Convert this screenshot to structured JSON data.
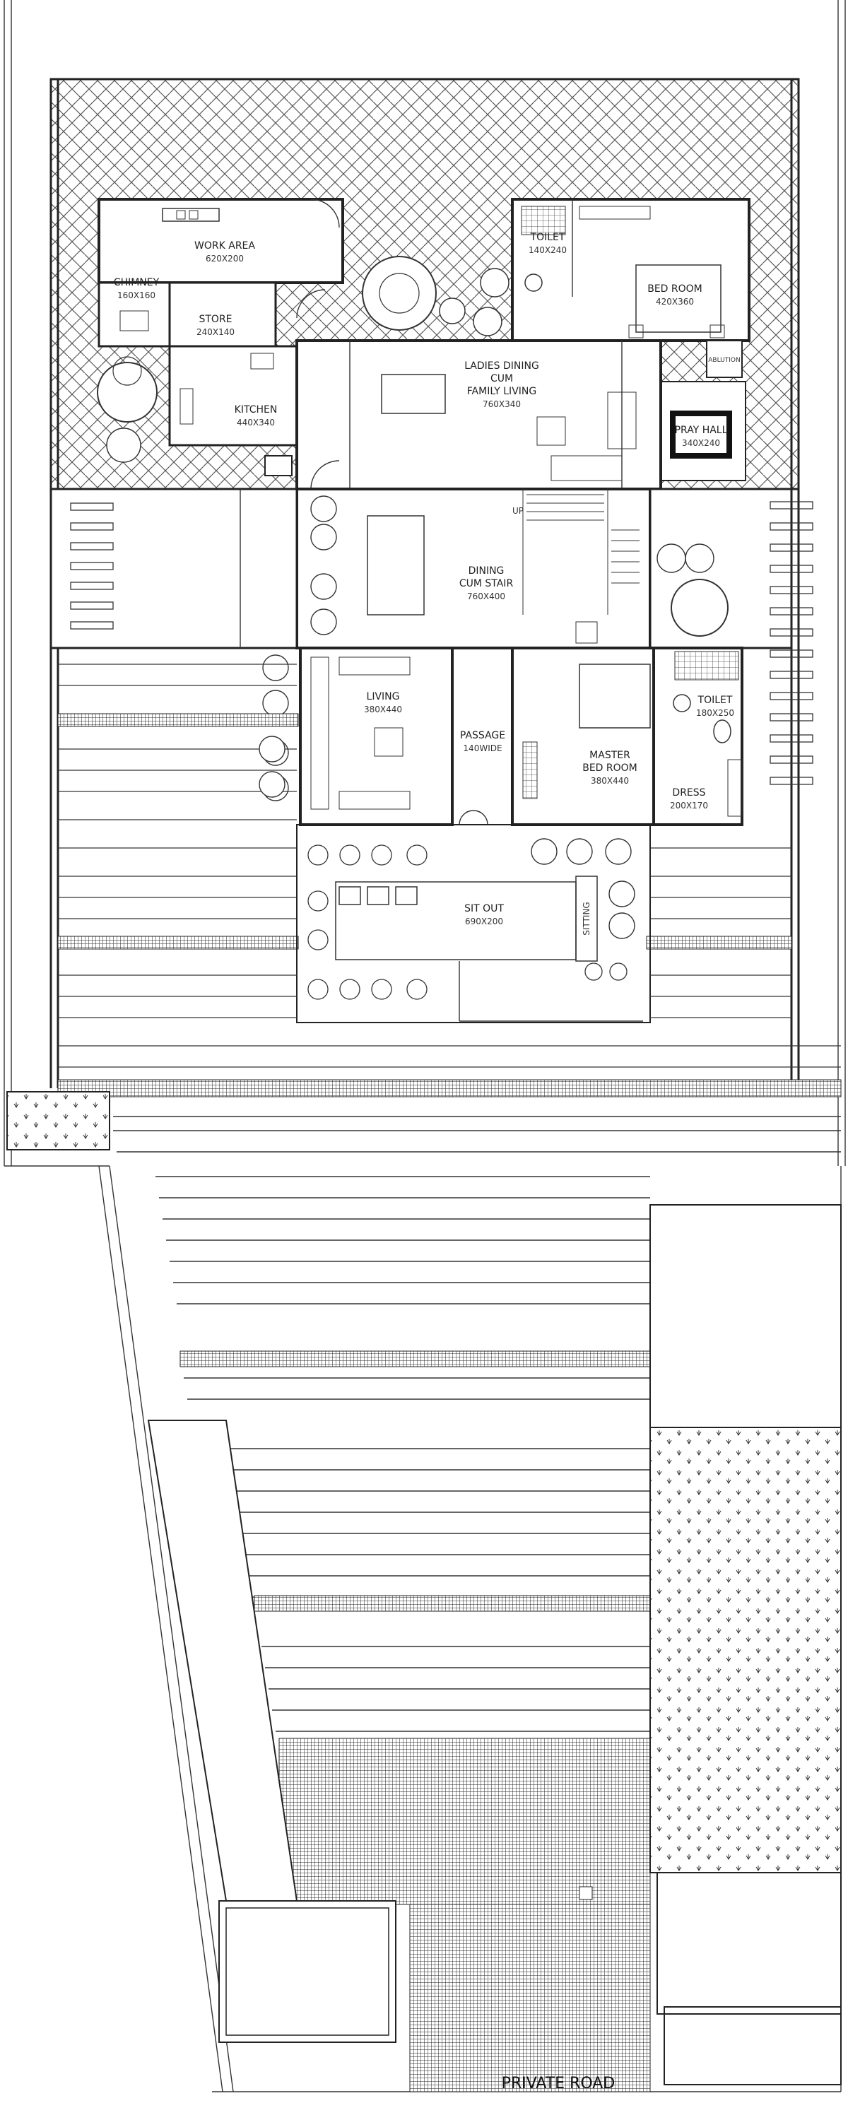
{
  "plan": {
    "rooms": [
      {
        "id": "work-area",
        "name": "WORK AREA",
        "size": "620X200"
      },
      {
        "id": "chimney",
        "name": "CHIMNEY",
        "size": "160X160"
      },
      {
        "id": "store",
        "name": "STORE",
        "size": "240X140"
      },
      {
        "id": "kitchen",
        "name": "KITCHEN",
        "size": "440X340"
      },
      {
        "id": "toilet-top",
        "name": "TOILET",
        "size": "140X240"
      },
      {
        "id": "bed-room",
        "name": "BED ROOM",
        "size": "420X360"
      },
      {
        "id": "ladies-dining",
        "name_lines": [
          "LADIES DINING",
          "CUM",
          "FAMILY LIVING"
        ],
        "size": "760X340"
      },
      {
        "id": "ablution",
        "name": "ABLUTION"
      },
      {
        "id": "pray-hall",
        "name": "PRAY HALL",
        "size": "340X240"
      },
      {
        "id": "dining-stair",
        "name_lines": [
          "DINING",
          "CUM STAIR"
        ],
        "size": "760X400"
      },
      {
        "id": "living",
        "name": "LIVING",
        "size": "380X440"
      },
      {
        "id": "passage",
        "name": "PASSAGE",
        "size": "140WIDE"
      },
      {
        "id": "master-bed",
        "name_lines": [
          "MASTER",
          "BED ROOM"
        ],
        "size": "380X440"
      },
      {
        "id": "toilet-master",
        "name": "TOILET",
        "size": "180X250"
      },
      {
        "id": "dress",
        "name": "DRESS",
        "size": "200X170"
      },
      {
        "id": "sit-out",
        "name": "SIT OUT",
        "size": "690X200"
      }
    ],
    "labels": {
      "up": "UP",
      "sitting": "SITTING",
      "road": "PRIVATE ROAD"
    }
  }
}
